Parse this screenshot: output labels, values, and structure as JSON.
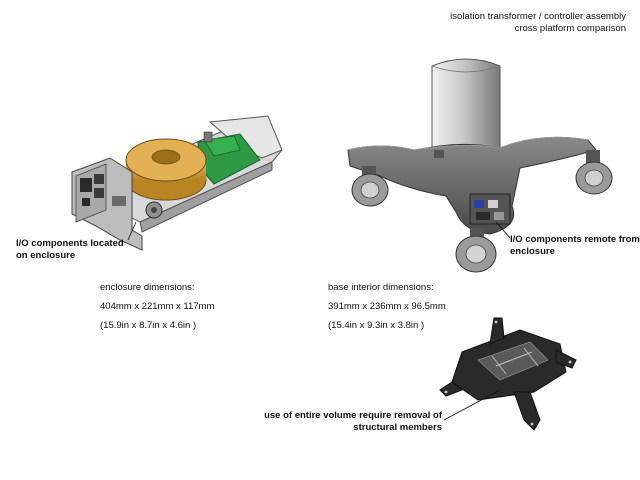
{
  "title": {
    "line1": "isolation transformer / controller assembly",
    "line2": "cross platform comparison"
  },
  "left": {
    "io_label_line1": "I/O components located",
    "io_label_line2": "on enclosure",
    "dims_heading": "enclosure dimensions:",
    "dims_mm": "404mm x 221mm x 117mm",
    "dims_in": "(15.9in x 8.7in x 4.6in )"
  },
  "right": {
    "io_label_line1": "I/O components remote from",
    "io_label_line2": "enclosure",
    "dims_heading": "base interior dimensions:",
    "dims_mm": "391mm x 236mm x 96.5mm",
    "dims_in": "(15.4in x 9.3in x 3.8in )"
  },
  "note": {
    "line1": "use of entire volume require removal of",
    "line2": "structural members"
  },
  "colors": {
    "transformer": "#d9a441",
    "pcb": "#2e9a45",
    "chassis": "#c9c9c9",
    "cart_body": "#6b6b6b",
    "frame_part": "#2a2a2a"
  }
}
